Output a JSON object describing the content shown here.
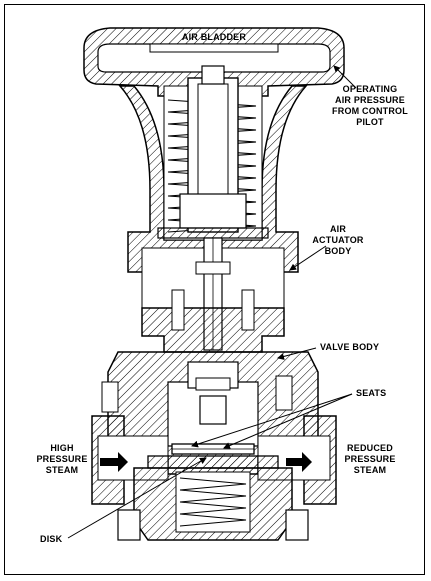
{
  "labels": {
    "air_bladder": "AIR BLADDER",
    "operating": [
      "OPERATING",
      "AIR PRESSURE",
      "FROM CONTROL",
      "PILOT"
    ],
    "actuator": [
      "AIR",
      "ACTUATOR",
      "BODY"
    ],
    "valve_body": "VALVE BODY",
    "seats": "SEATS",
    "high_pressure": [
      "HIGH",
      "PRESSURE",
      "STEAM"
    ],
    "reduced_pressure": [
      "REDUCED",
      "PRESSURE",
      "STEAM"
    ],
    "disk": "DISK"
  }
}
